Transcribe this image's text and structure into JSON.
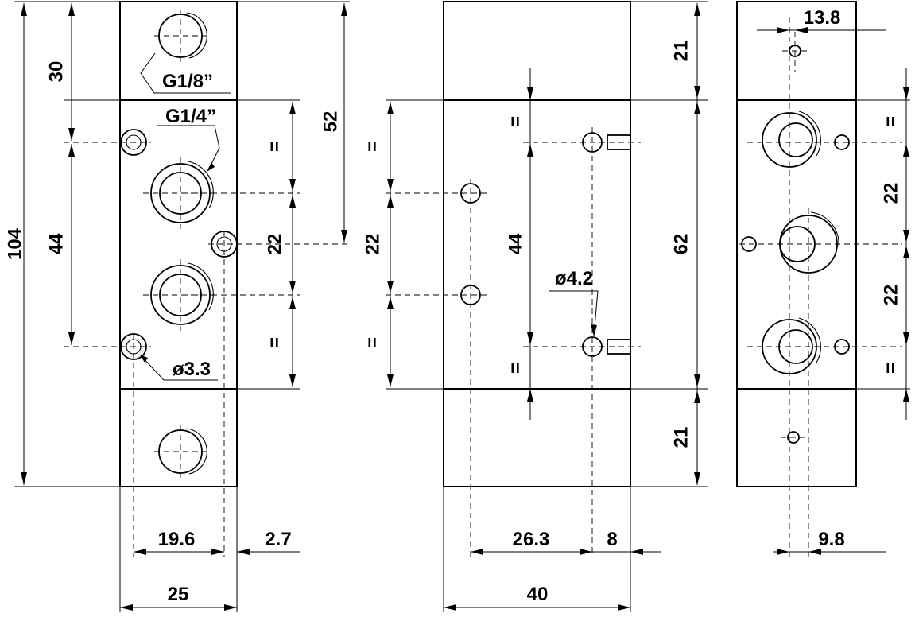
{
  "views": {
    "left": {
      "dims": {
        "total_height": "104",
        "top_block": "30",
        "mount_spacing": "44",
        "port_spacing": "22",
        "center_to_top": "52",
        "width_holes": "19.6",
        "offset": "2.7",
        "width": "25",
        "equal_upper": "=",
        "equal_lower": "="
      },
      "callouts": {
        "thread_small": "G1/8”",
        "thread_large": "G1/4”",
        "hole_dia": "ø3.3"
      }
    },
    "middle": {
      "dims": {
        "top_block": "21",
        "bottom_block": "21",
        "center_height": "62",
        "hole_spacing": "44",
        "port_spacing": "22",
        "hole_offset": "26.3",
        "hole_edge": "8",
        "width": "40",
        "equal_a": "=",
        "equal_b": "=",
        "equal_c": "=",
        "equal_d": "="
      },
      "callouts": {
        "hole_dia": "ø4.2"
      }
    },
    "right": {
      "dims": {
        "top_offset": "13.8",
        "bottom_offset": "9.8",
        "port_spacing_upper": "22",
        "port_spacing_lower": "22",
        "equal_upper": "=",
        "equal_lower": "="
      }
    }
  }
}
